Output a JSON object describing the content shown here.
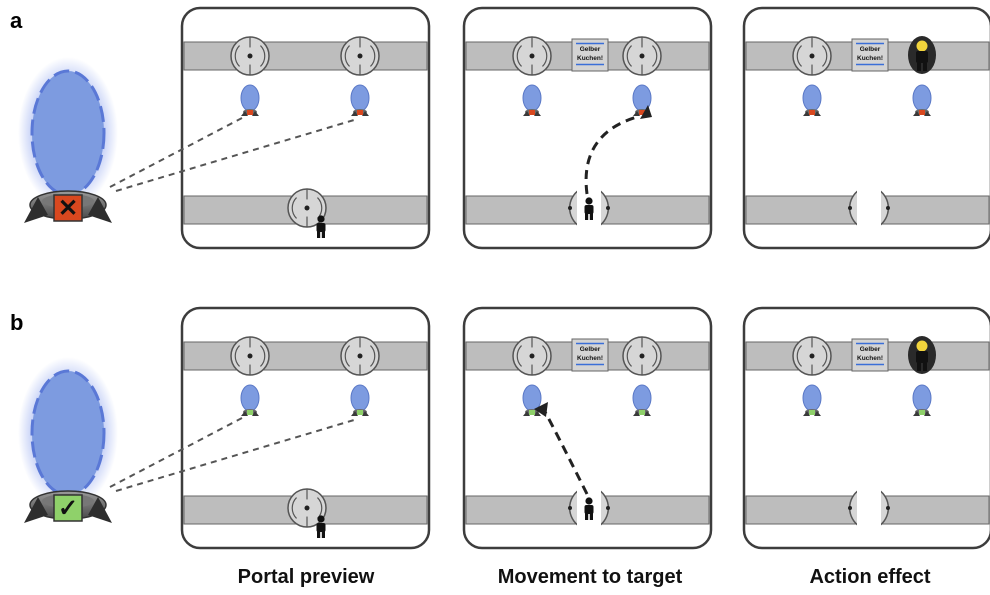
{
  "rows": [
    {
      "label": "a",
      "status": "invalid",
      "status_symbol": "✕",
      "status_color": "#d9481f"
    },
    {
      "label": "b",
      "status": "valid",
      "status_symbol": "✓",
      "status_color": "#8fd16a"
    }
  ],
  "captions": [
    "Portal preview",
    "Movement to target",
    "Action effect"
  ],
  "sign_text": [
    "Gelber",
    "Kuchen!"
  ],
  "colors": {
    "portal_blue": "#7d9be0",
    "portal_glow": "#a8b9f2",
    "corridor_gray": "#bdbdbd",
    "frame_dark": "#3d3d3d",
    "invalid_red": "#d9481f",
    "valid_green": "#8fd16a"
  }
}
